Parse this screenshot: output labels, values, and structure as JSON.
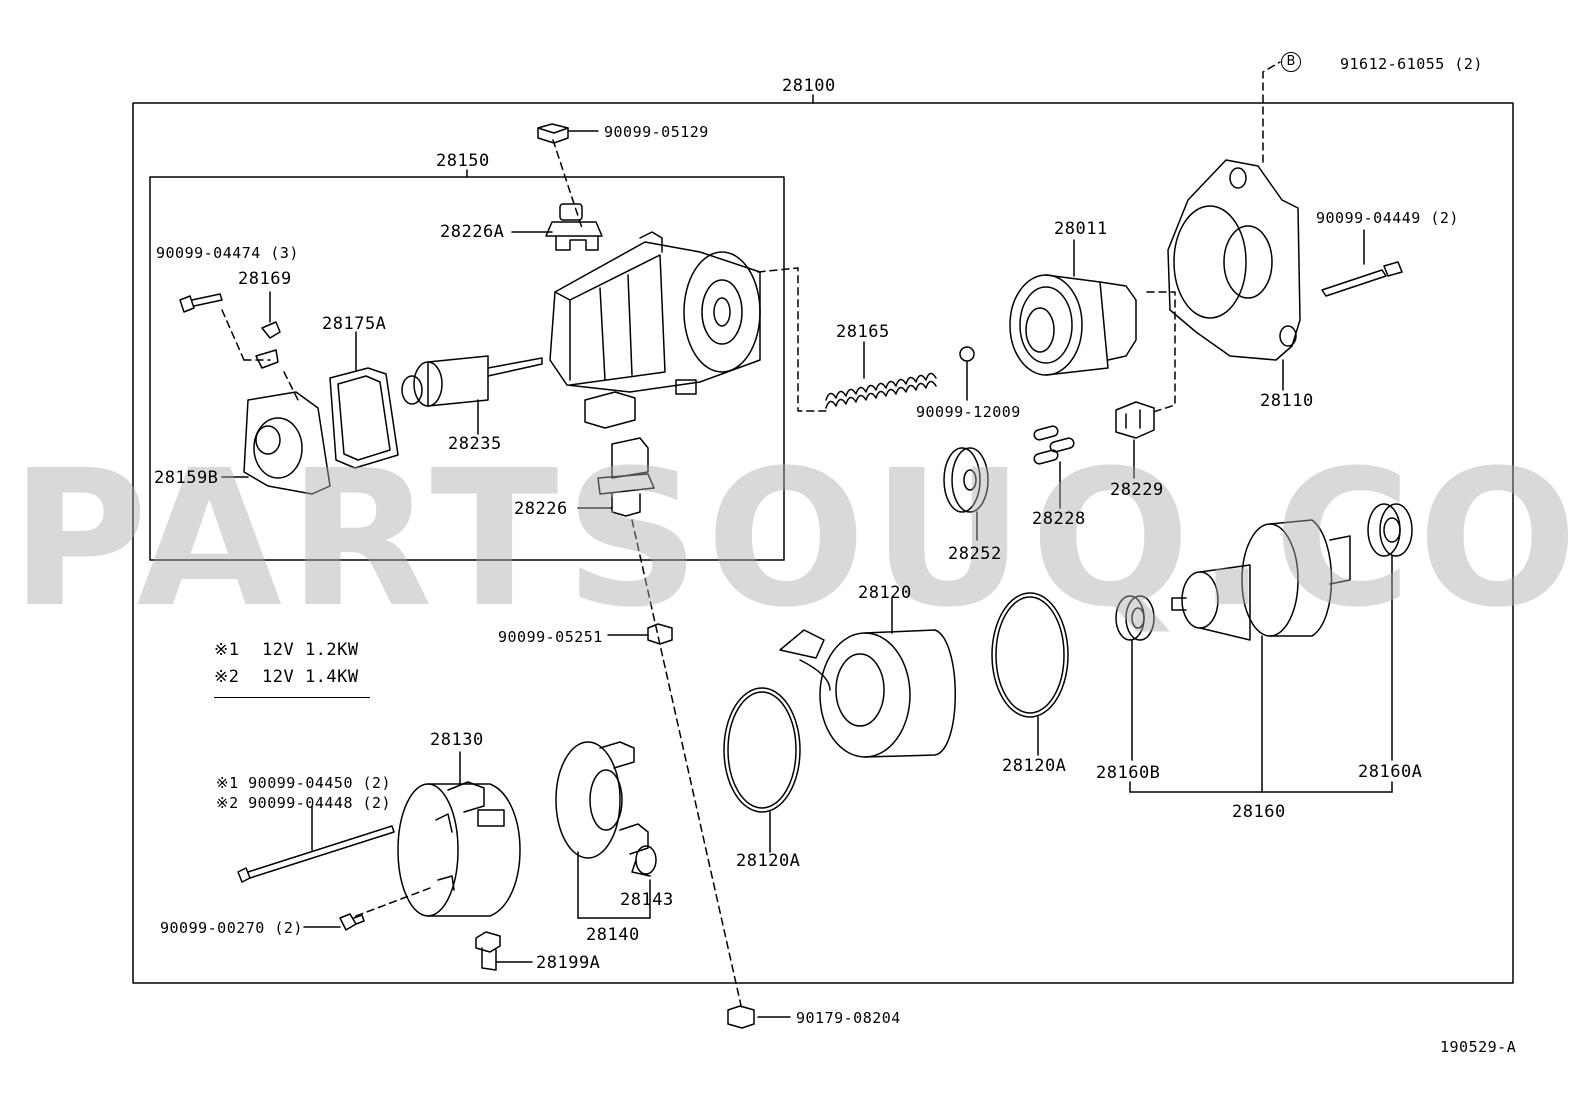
{
  "watermark": "PARTSOUQ.COM",
  "figure_code": "190529-A",
  "spec_table": {
    "row1": {
      "mark": "※1",
      "text": "12V  1.2KW"
    },
    "row2": {
      "mark": "※2",
      "text": "12V  1.4KW"
    }
  },
  "callout_symbol": "B",
  "parts": {
    "p28100": "28100",
    "p28150": "28150",
    "p90099_05129": "90099-05129",
    "p28226A": "28226A",
    "p90099_04474": "90099-04474 (3)",
    "p28169": "28169",
    "p28175A": "28175A",
    "p28235": "28235",
    "p28159B": "28159B",
    "p28226": "28226",
    "p90099_05251": "90099-05251",
    "p28011": "28011",
    "p28165": "28165",
    "p90099_12009": "90099-12009",
    "p91612_61055": "91612-61055 (2)",
    "p90099_04449": "90099-04449 (2)",
    "p28110": "28110",
    "p28228": "28228",
    "p28229": "28229",
    "p28252": "28252",
    "p28120": "28120",
    "p28120A_right": "28120A",
    "p28120A_left": "28120A",
    "p28160B": "28160B",
    "p28160A": "28160A",
    "p28160": "28160",
    "p28130": "28130",
    "p90099_04450": "※1 90099-04450 (2)",
    "p90099_04448": "※2 90099-04448 (2)",
    "p90099_00270": "90099-00270 (2)",
    "p28199A": "28199A",
    "p28143": "28143",
    "p28140": "28140",
    "p90179_08204": "90179-08204"
  }
}
